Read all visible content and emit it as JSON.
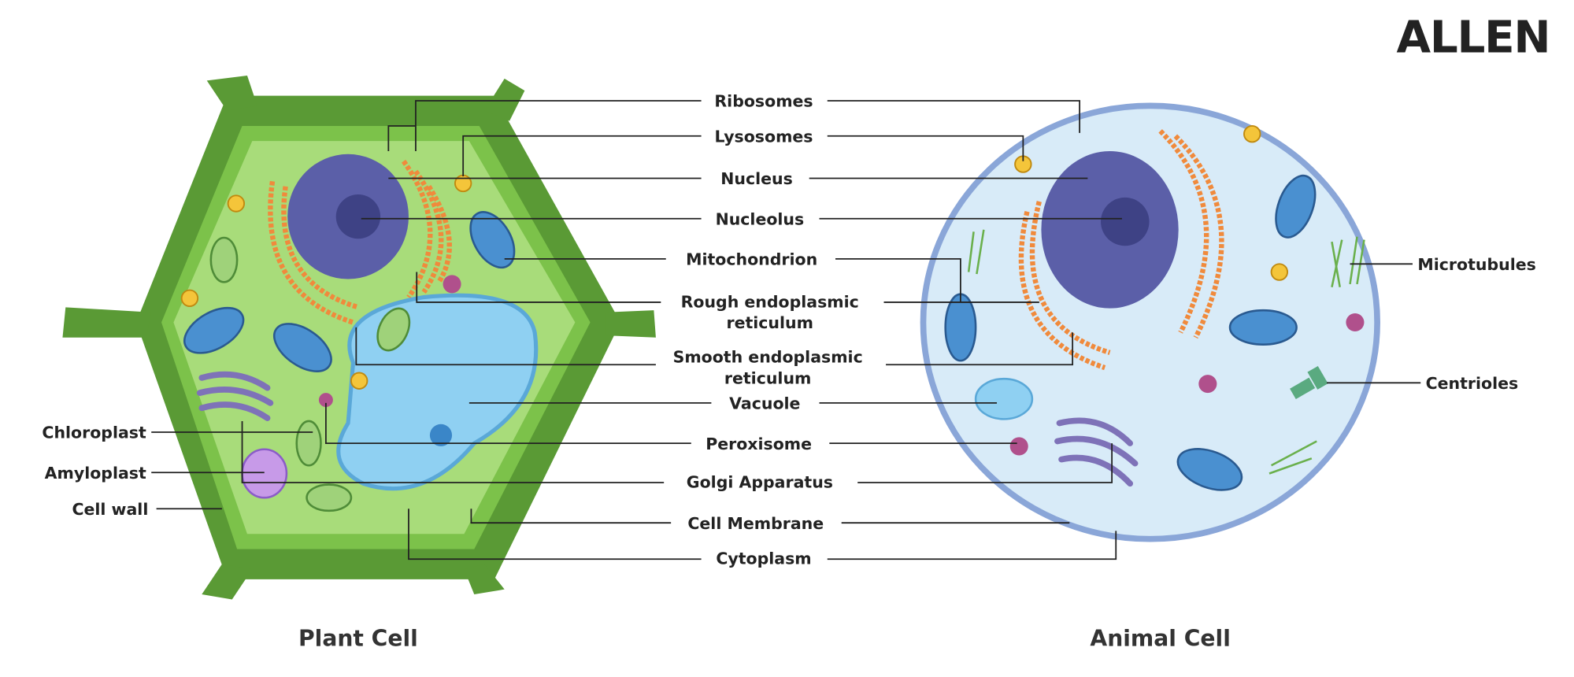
{
  "logo": "ALLEN",
  "titles": {
    "plant": "Plant Cell",
    "animal": "Animal Cell"
  },
  "center_labels": {
    "ribosomes": "Ribosomes",
    "lysosomes": "Lysosomes",
    "nucleus": "Nucleus",
    "nucleolus": "Nucleolus",
    "mitochondrion": "Mitochondrion",
    "rer1": "Rough endoplasmic",
    "rer2": "reticulum",
    "ser1": "Smooth endoplasmic",
    "ser2": "reticulum",
    "vacuole": "Vacuole",
    "peroxisome": "Peroxisome",
    "golgi": "Golgi Apparatus",
    "membrane": "Cell Membrane",
    "cytoplasm": "Cytoplasm"
  },
  "left_labels": {
    "chloroplast": "Chloroplast",
    "amyloplast": "Amyloplast",
    "cellwall": "Cell wall"
  },
  "right_labels": {
    "microtubules": "Microtubules",
    "centrioles": "Centrioles"
  },
  "colors": {
    "wall": "#5a9a35",
    "cytoplasm_plant": "#a8dc7a",
    "cytoplasm_animal": "#d8ebf8",
    "membrane_animal": "#8aa6d8",
    "nucleus": "#5b5fa8",
    "er": "#f08a3c",
    "vacuole": "#8fd0f2",
    "mito": "#4a90d0"
  }
}
